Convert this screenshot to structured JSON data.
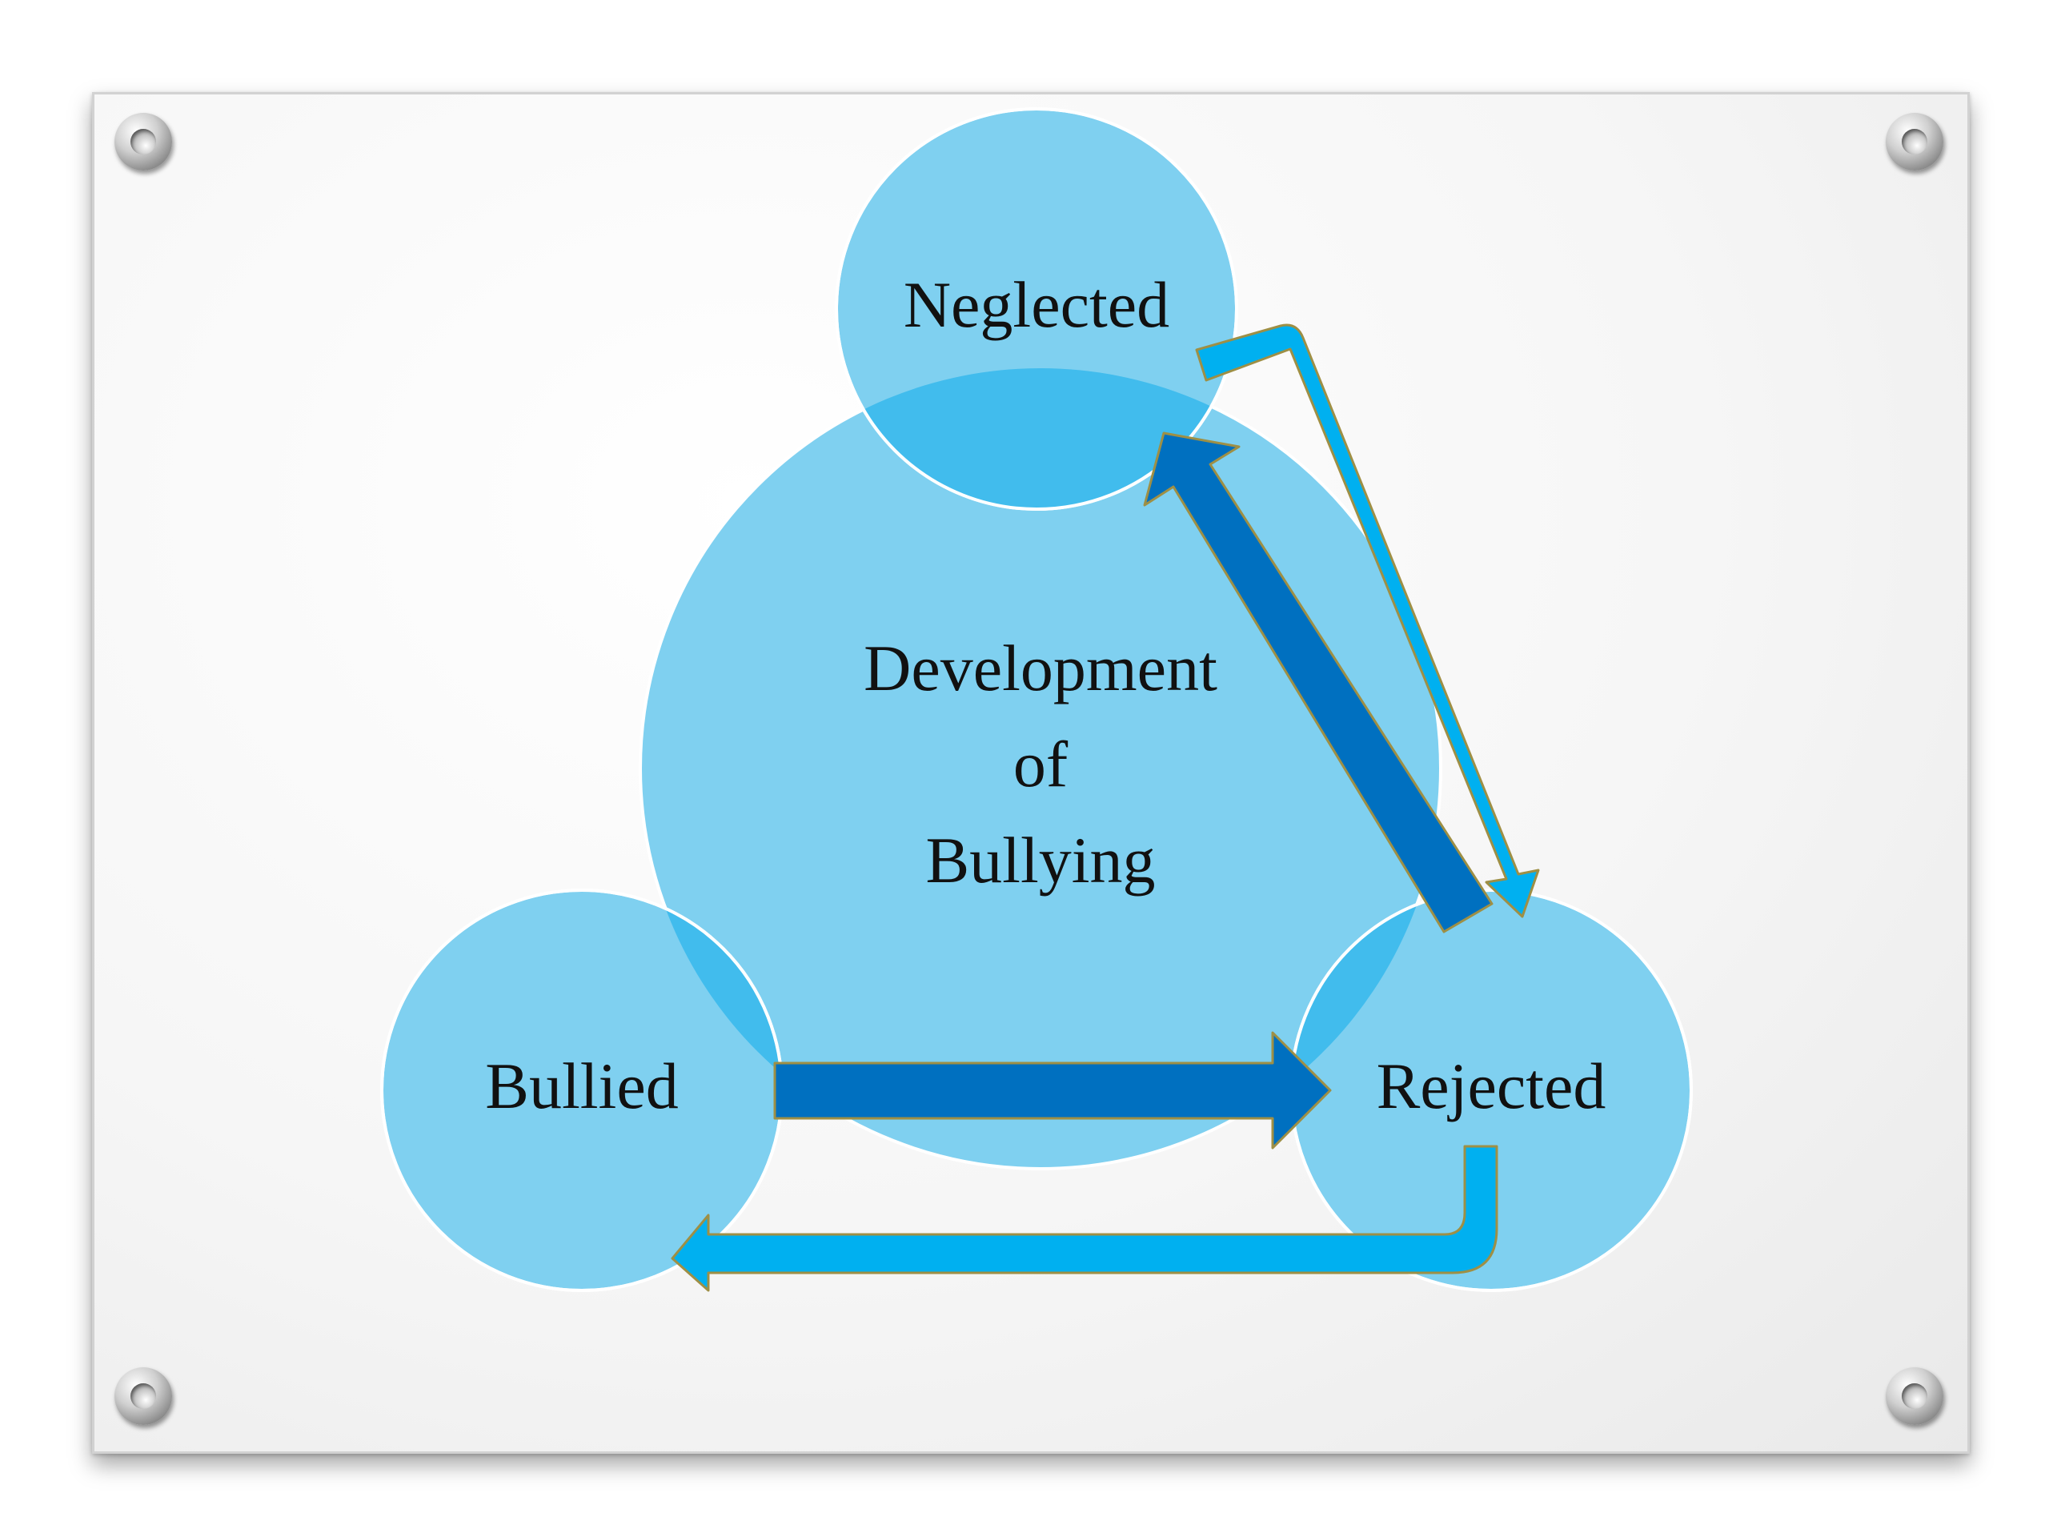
{
  "diagram": {
    "center": {
      "lines": [
        "Development",
        "of",
        "Bullying"
      ]
    },
    "nodes": {
      "neglected": "Neglected",
      "bullied": "Bullied",
      "rejected": "Rejected"
    }
  },
  "colors": {
    "circle_fill": "#7fd0f0",
    "overlap_fill": "#41bced",
    "dark_arrow": "#0070c0",
    "light_arrow": "#00b0f0",
    "arrow_outline": "#9e8f45"
  }
}
